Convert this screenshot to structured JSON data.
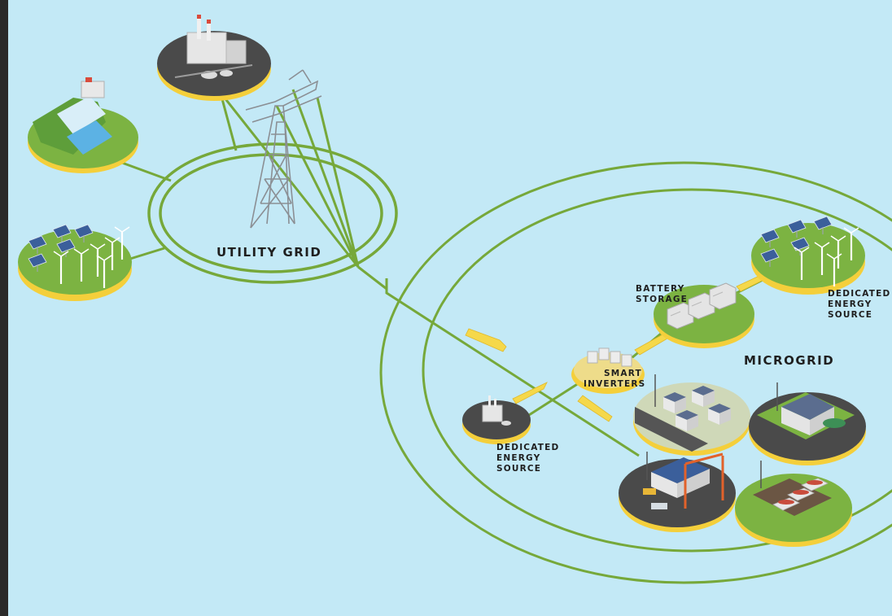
{
  "labels": {
    "utility_grid": "UTILITY GRID",
    "microgrid": "MICROGRID",
    "battery_storage": [
      "BATTERY",
      "STORAGE"
    ],
    "smart_inverters": [
      "SMART",
      "INVERTERS"
    ],
    "dedicated_source_right": [
      "DEDICATED",
      "ENERGY",
      "SOURCE"
    ],
    "dedicated_source_left": [
      "DEDICATED",
      "ENERGY",
      "SOURCE"
    ]
  },
  "colors": {
    "background": "#c3e9f6",
    "line_green": "#76a83a",
    "platform_green": "#7cb342",
    "platform_dark": "#4a4a4a",
    "platform_rim": "#f4cf3b",
    "arrow_yellow": "#f5d84a",
    "tower_gray": "#8b8f94"
  },
  "icons": [
    "power-plant-icon",
    "hydro-dam-icon",
    "wind-solar-farm-icon",
    "transmission-tower-icon",
    "battery-storage-icon",
    "smart-inverter-icon",
    "residential-icon",
    "campus-icon",
    "industrial-port-icon",
    "agriculture-icon"
  ]
}
